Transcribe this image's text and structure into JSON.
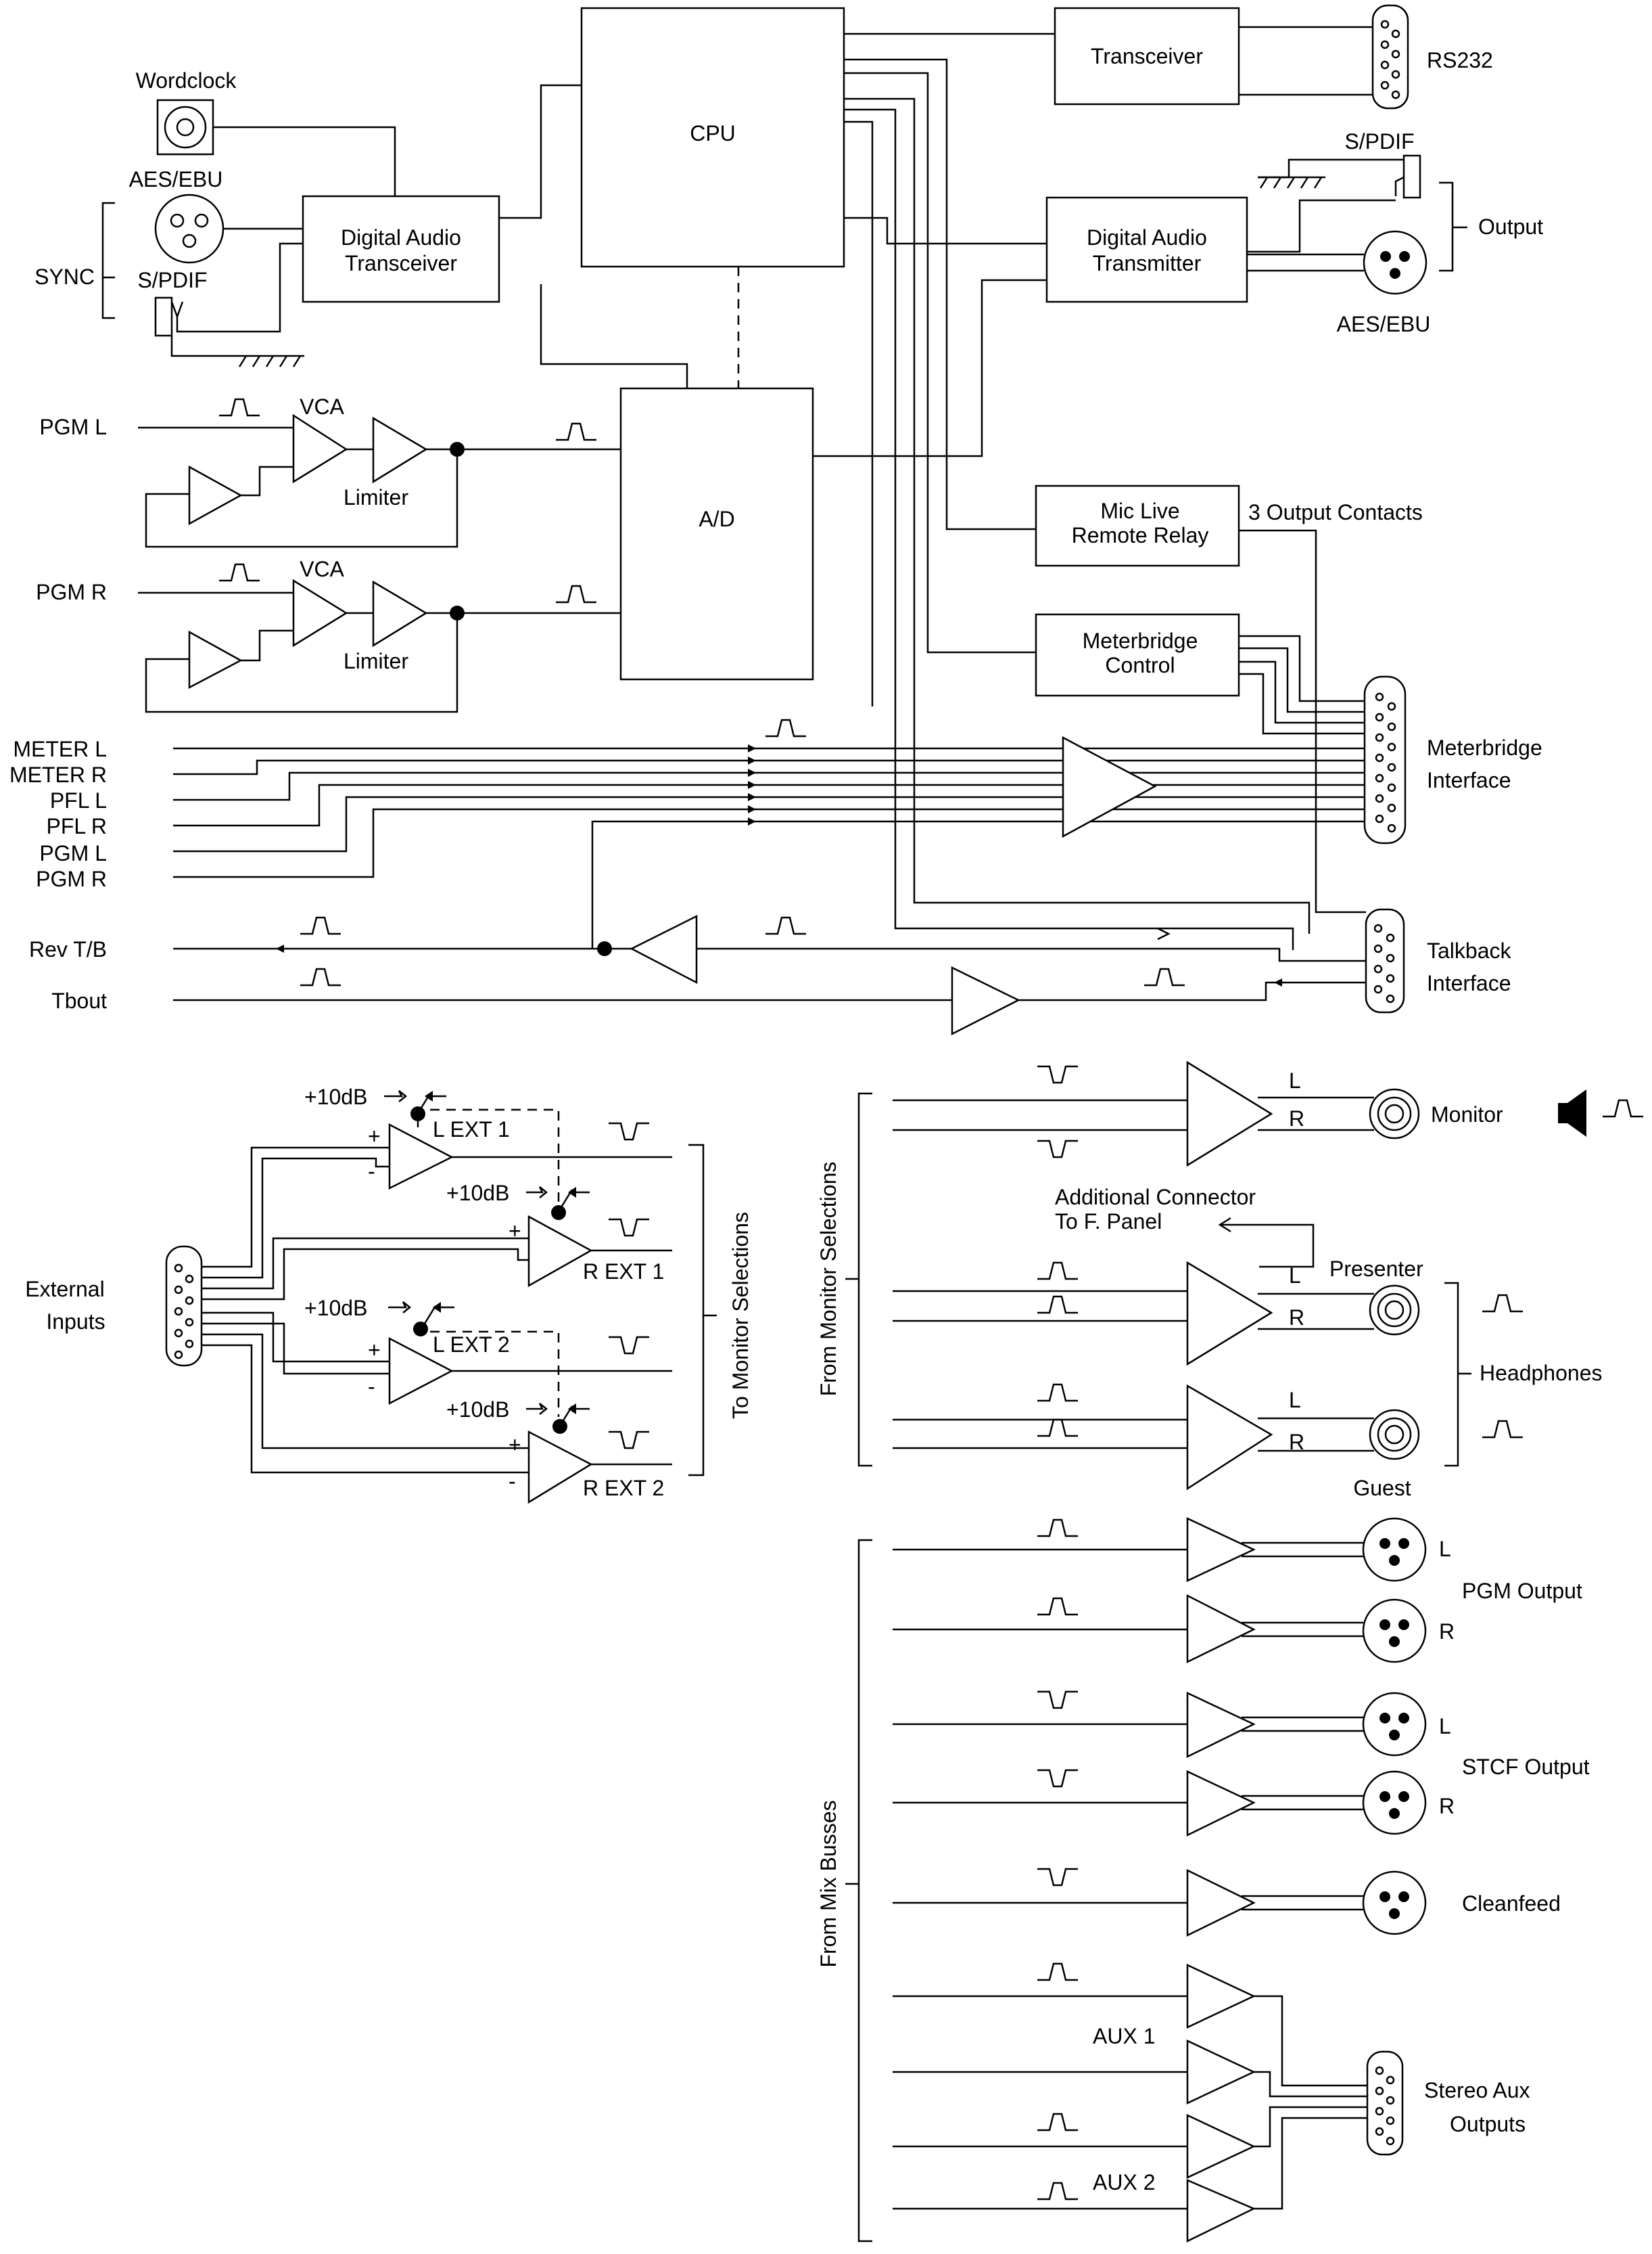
{
  "blocks": {
    "cpu": "CPU",
    "transceiver": "Transceiver",
    "dat": [
      "Digital Audio",
      "Transceiver"
    ],
    "dtx": [
      "Digital Audio",
      "Transmitter"
    ],
    "ad": "A/D",
    "relay": [
      "Mic Live",
      "Remote Relay"
    ],
    "meterctl": [
      "Meterbridge",
      "Control"
    ]
  },
  "labels": {
    "wordclock": "Wordclock",
    "aes_in": "AES/EBU",
    "sync": "SYNC",
    "spdif_in": "S/PDIF",
    "rs232": "RS232",
    "spdif_out": "S/PDIF",
    "output": "Output",
    "aes_out": "AES/EBU",
    "pgm_l": "PGM L",
    "pgm_r": "PGM R",
    "vca": "VCA",
    "limiter": "Limiter",
    "contacts": "3 Output Contacts",
    "meter_inputs": [
      "METER L",
      "METER R",
      "PFL L",
      "PFL R",
      "PGM L",
      "PGM R"
    ],
    "meterbridge": [
      "Meterbridge",
      "Interface"
    ],
    "rev_tb": "Rev T/B",
    "tbout": "Tbout",
    "talkback": [
      "Talkback",
      "Interface"
    ],
    "plus10": "+10dB",
    "l_ext1": "L EXT 1",
    "r_ext1": "R EXT 1",
    "l_ext2": "L EXT 2",
    "r_ext2": "R EXT 2",
    "ext_inputs": [
      "External",
      "Inputs"
    ],
    "to_monitor": "To Monitor Selections",
    "from_monitor": "From Monitor Selections",
    "from_mix": "From Mix Busses",
    "monitor": "Monitor",
    "additional": [
      "Additional Connector",
      "To F. Panel"
    ],
    "presenter": "Presenter",
    "guest": "Guest",
    "headphones": "Headphones",
    "L": "L",
    "R": "R",
    "pgm_output": "PGM Output",
    "stcf_output": "STCF Output",
    "cleanfeed": "Cleanfeed",
    "aux1": "AUX 1",
    "aux2": "AUX 2",
    "stereo_aux": [
      "Stereo Aux",
      "Outputs"
    ],
    "plus": "+",
    "minus": "-"
  }
}
